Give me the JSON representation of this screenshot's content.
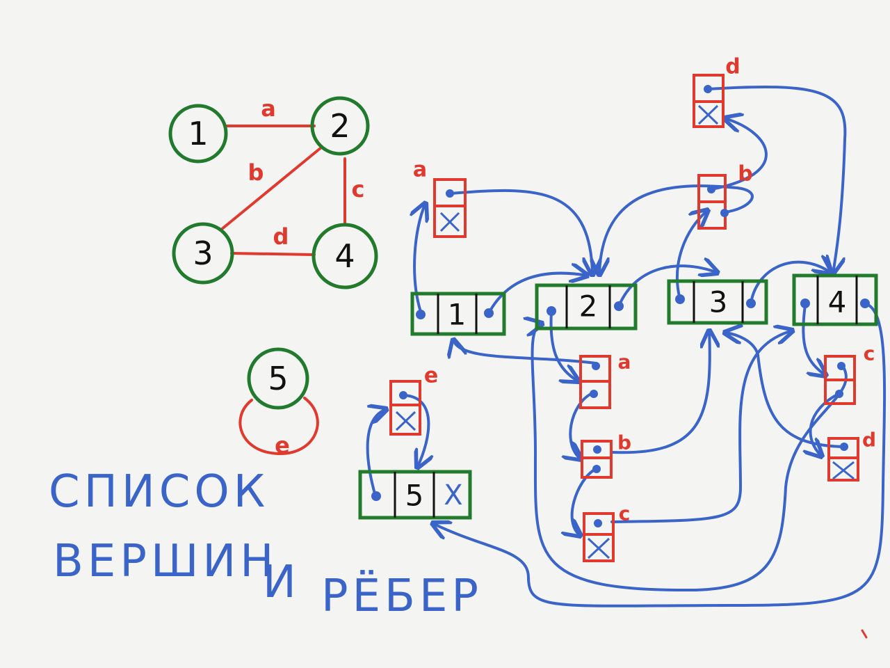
{
  "colors": {
    "green": "#227a2c",
    "red": "#e0392e",
    "blue": "#3a64c8",
    "ink": "#111111",
    "paper": "#f4f4f2"
  },
  "graph": {
    "vertices": [
      {
        "id": "1",
        "label": "1"
      },
      {
        "id": "2",
        "label": "2"
      },
      {
        "id": "3",
        "label": "3"
      },
      {
        "id": "4",
        "label": "4"
      },
      {
        "id": "5",
        "label": "5"
      }
    ],
    "edges": [
      {
        "id": "a",
        "label": "a",
        "from": "1",
        "to": "2"
      },
      {
        "id": "b",
        "label": "b",
        "from": "2",
        "to": "3"
      },
      {
        "id": "c",
        "label": "c",
        "from": "2",
        "to": "4"
      },
      {
        "id": "d",
        "label": "d",
        "from": "3",
        "to": "4"
      },
      {
        "id": "e",
        "label": "e",
        "from": "5",
        "to": "5"
      }
    ]
  },
  "vertex_list": [
    {
      "label": "1"
    },
    {
      "label": "2"
    },
    {
      "label": "3"
    },
    {
      "label": "4"
    },
    {
      "label": "5",
      "null_marker": "X"
    }
  ],
  "edge_nodes": [
    {
      "label": "a"
    },
    {
      "label": "b"
    },
    {
      "label": "d"
    },
    {
      "label": "e"
    }
  ],
  "incidence_nodes": [
    {
      "label": "a"
    },
    {
      "label": "b"
    },
    {
      "label": "c"
    },
    {
      "label": "c"
    },
    {
      "label": "d"
    }
  ],
  "caption": {
    "line1": "СПИСОК",
    "line2": "ВЕРШИН",
    "line3": "И",
    "line4": "РЁБЕР"
  }
}
